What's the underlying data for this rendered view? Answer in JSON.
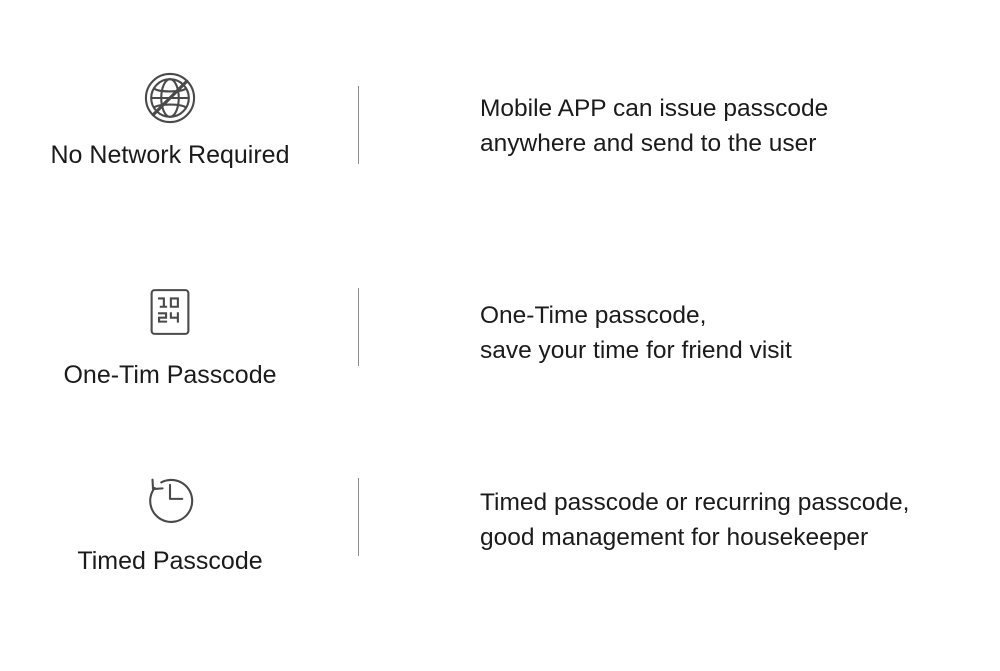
{
  "page": {
    "background_color": "#ffffff",
    "text_color": "#1b1b1b",
    "icon_color": "#4a4a4a",
    "divider_color": "#8d8d8d"
  },
  "features": [
    {
      "icon_name": "no-network-globe-icon",
      "label": "No Network Required",
      "description_lines": [
        "Mobile APP can issue passcode",
        "anywhere and send to the user"
      ],
      "icon_digits": []
    },
    {
      "icon_name": "one-time-passcode-keypad-icon",
      "label": "One-Tim Passcode",
      "description_lines": [
        "One-Time passcode,",
        "save your time for friend visit"
      ],
      "icon_digits": [
        "1",
        "0",
        "2",
        "4"
      ]
    },
    {
      "icon_name": "timed-passcode-clock-icon",
      "label": "Timed Passcode",
      "description_lines": [
        "Timed passcode or recurring passcode,",
        "good management for housekeeper"
      ],
      "icon_digits": []
    }
  ]
}
